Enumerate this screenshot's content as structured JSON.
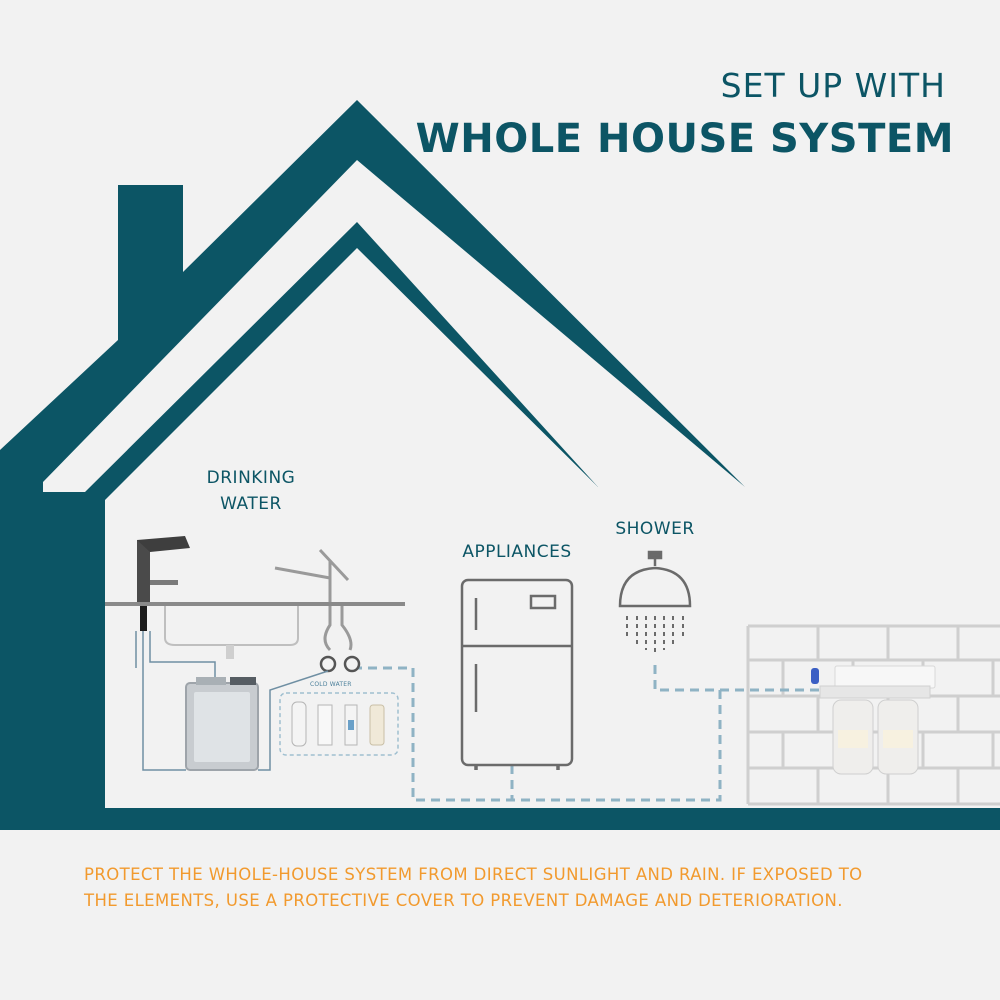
{
  "title": {
    "line1": "SET UP WITH",
    "line2": "WHOLE HOUSE SYSTEM"
  },
  "labels": {
    "drinking_water_line1": "DRINKING",
    "drinking_water_line2": "WATER",
    "appliances": "APPLIANCES",
    "shower": "SHOWER",
    "cold_water": "COLD WATER"
  },
  "note": {
    "line1": "PROTECT THE WHOLE-HOUSE SYSTEM FROM DIRECT SUNLIGHT AND RAIN. IF EXPOSED TO",
    "line2": "THE ELEMENTS, USE A PROTECTIVE COVER TO PREVENT DAMAGE AND DETERIORATION."
  },
  "colors": {
    "house": "#0c5565",
    "accent": "#f29a2e",
    "pipe": "#8fb3c4",
    "background": "#f2f2f2"
  }
}
